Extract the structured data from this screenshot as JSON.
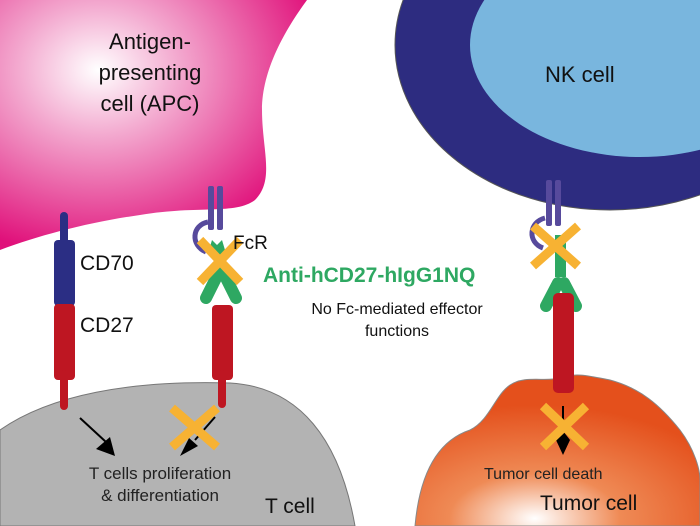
{
  "title": "Anti-hCD27-hIgG1NQ mechanism diagram",
  "cells": {
    "apc": {
      "label": "Antigen-\npresenting\ncell (APC)",
      "lines": [
        "Antigen-",
        "presenting",
        "cell (APC)"
      ],
      "color": "#e0107a"
    },
    "nk": {
      "label": "NK cell",
      "outer_color": "#2d2c80",
      "inner_color": "#79b6de"
    },
    "t_cell": {
      "label": "T cell",
      "color": "#b3b3b3"
    },
    "tumor": {
      "label": "Tumor cell",
      "color": "#e4501c"
    }
  },
  "receptors": {
    "cd70": "CD70",
    "cd27": "CD27",
    "fcr": "FcR"
  },
  "antibody": {
    "name": "Anti-hCD27-hIgG1NQ",
    "description_lines": [
      "No Fc-mediated effector",
      "functions"
    ],
    "color": "#2ea862"
  },
  "outcomes": {
    "t_cell_effect_lines": [
      "T cells proliferation",
      "& differentiation"
    ],
    "tumor_effect": "Tumor cell death"
  },
  "colors": {
    "cd70": "#2b2e84",
    "cd27": "#be1622",
    "fcr": "#574a9c",
    "block_x": "#f7b233",
    "antibody": "#2ea862"
  }
}
